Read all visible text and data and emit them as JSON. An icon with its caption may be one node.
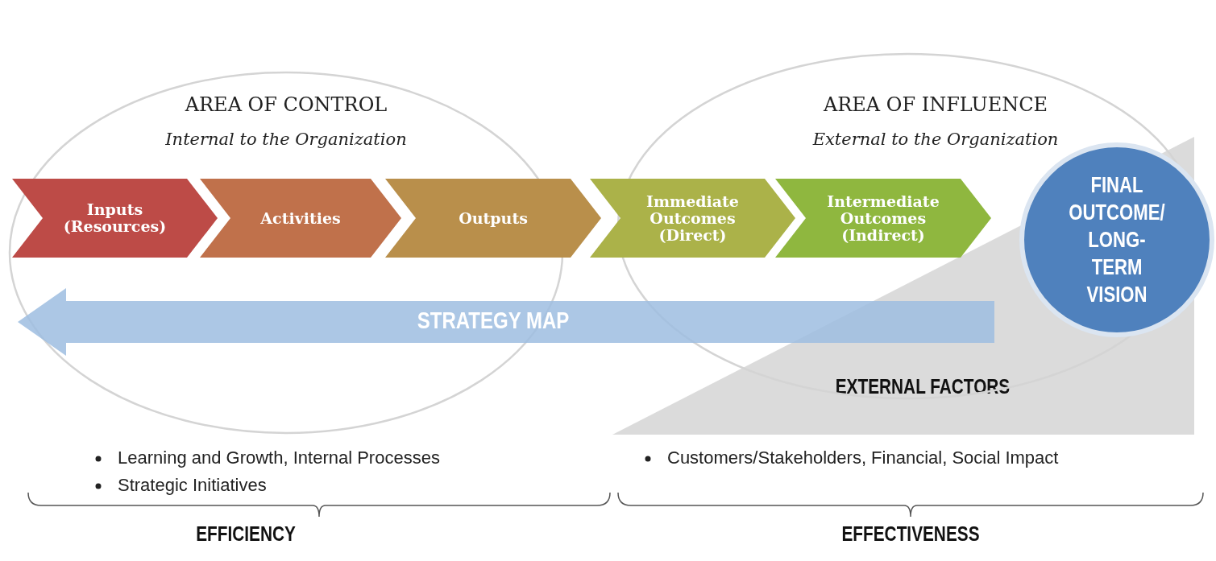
{
  "diagram": {
    "nodes": [
      {
        "text": [
          "AREA OF CONTROL",
          "Internal to the Organization"
        ]
      },
      {
        "text": [
          "AREA OF INFLUENCE",
          "External to the Organization"
        ]
      },
      {
        "text": [
          "EXTERNAL FACTORS"
        ]
      },
      {
        "text": [
          "Inputs (Resources)"
        ],
        "in": 0
      },
      {
        "text": [
          "Activities"
        ],
        "in": 0
      },
      {
        "text": [
          "Outputs"
        ]
      },
      {
        "text": [
          "Immediate Outcomes (Direct)"
        ]
      },
      {
        "text": [
          "Intermediate Outcomes (Indirect)"
        ],
        "in": 1
      },
      {
        "text": [
          "FINAL OUTCOME/ LONG-TERM VISION"
        ]
      },
      {
        "text": [
          "STRATEGY MAP"
        ]
      }
    ],
    "labels": [
      "Learning and Growth, Internal Processes",
      "Strategic Initiatives",
      "Customers/Stakeholders, Financial, Social Impact",
      "EFFICIENCY",
      "EFFECTIVENESS"
    ]
  }
}
